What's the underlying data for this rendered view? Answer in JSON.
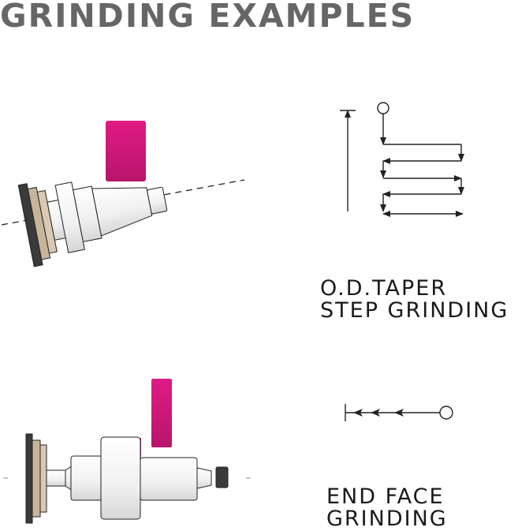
{
  "title": "GRINDING EXAMPLES",
  "examples": [
    {
      "label_line1": "O.D.TAPER",
      "label_line2": "STEP GRINDING"
    },
    {
      "label_line1": "END FACE",
      "label_line2": "GRINDING"
    }
  ],
  "colors": {
    "title": "#666666",
    "wheel": "#d81b7f",
    "chuck_dark": "#3a3a3a",
    "chuck_tan": "#c8b49a",
    "workpiece": "#f2f2f2",
    "outline": "#222222"
  }
}
